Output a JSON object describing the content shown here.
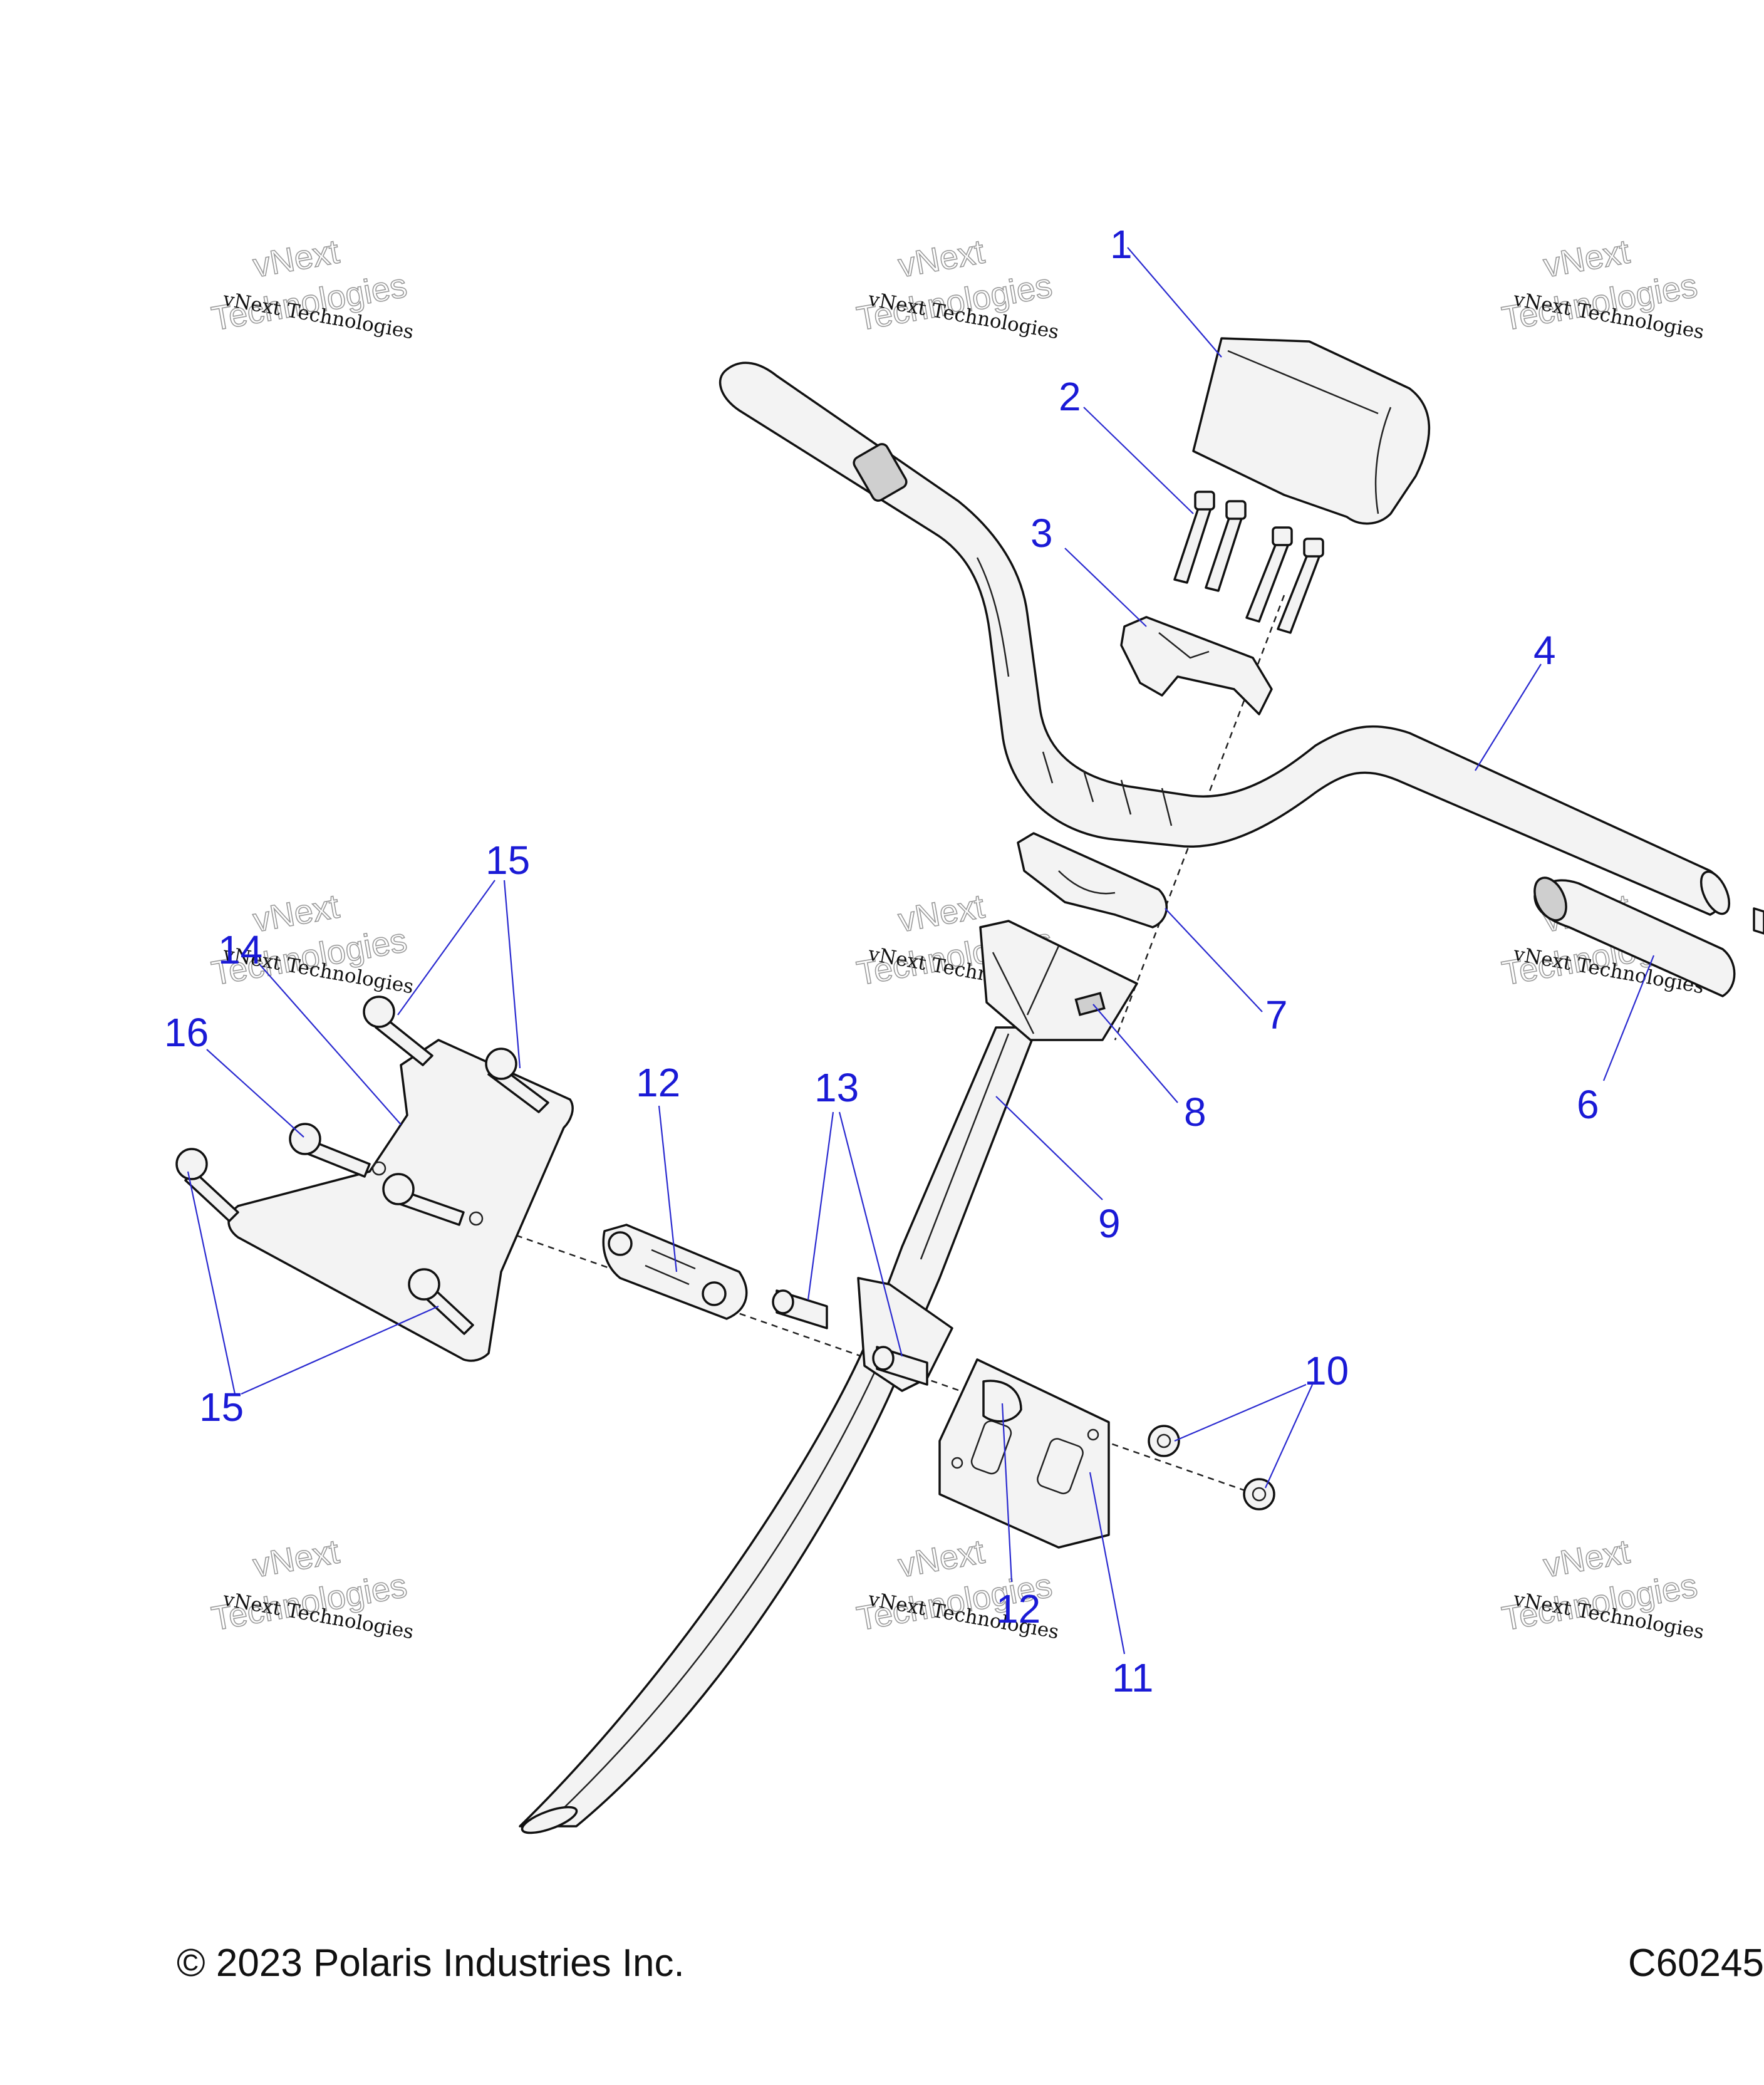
{
  "callouts": {
    "c1": "1",
    "c2": "2",
    "c3": "3",
    "c4": "4",
    "c6": "6",
    "c7": "7",
    "c8": "8",
    "c9": "9",
    "c10": "10",
    "c11": "11",
    "c12a": "12",
    "c12b": "12",
    "c13": "13",
    "c14": "14",
    "c15a": "15",
    "c15b": "15",
    "c16": "16"
  },
  "watermark": {
    "line1": "vNext Technologies",
    "line2": "vNext",
    "line3": "Technologies"
  },
  "footer": {
    "copyright": "© 2023 Polaris Industries Inc.",
    "figure_code": "C60245"
  }
}
